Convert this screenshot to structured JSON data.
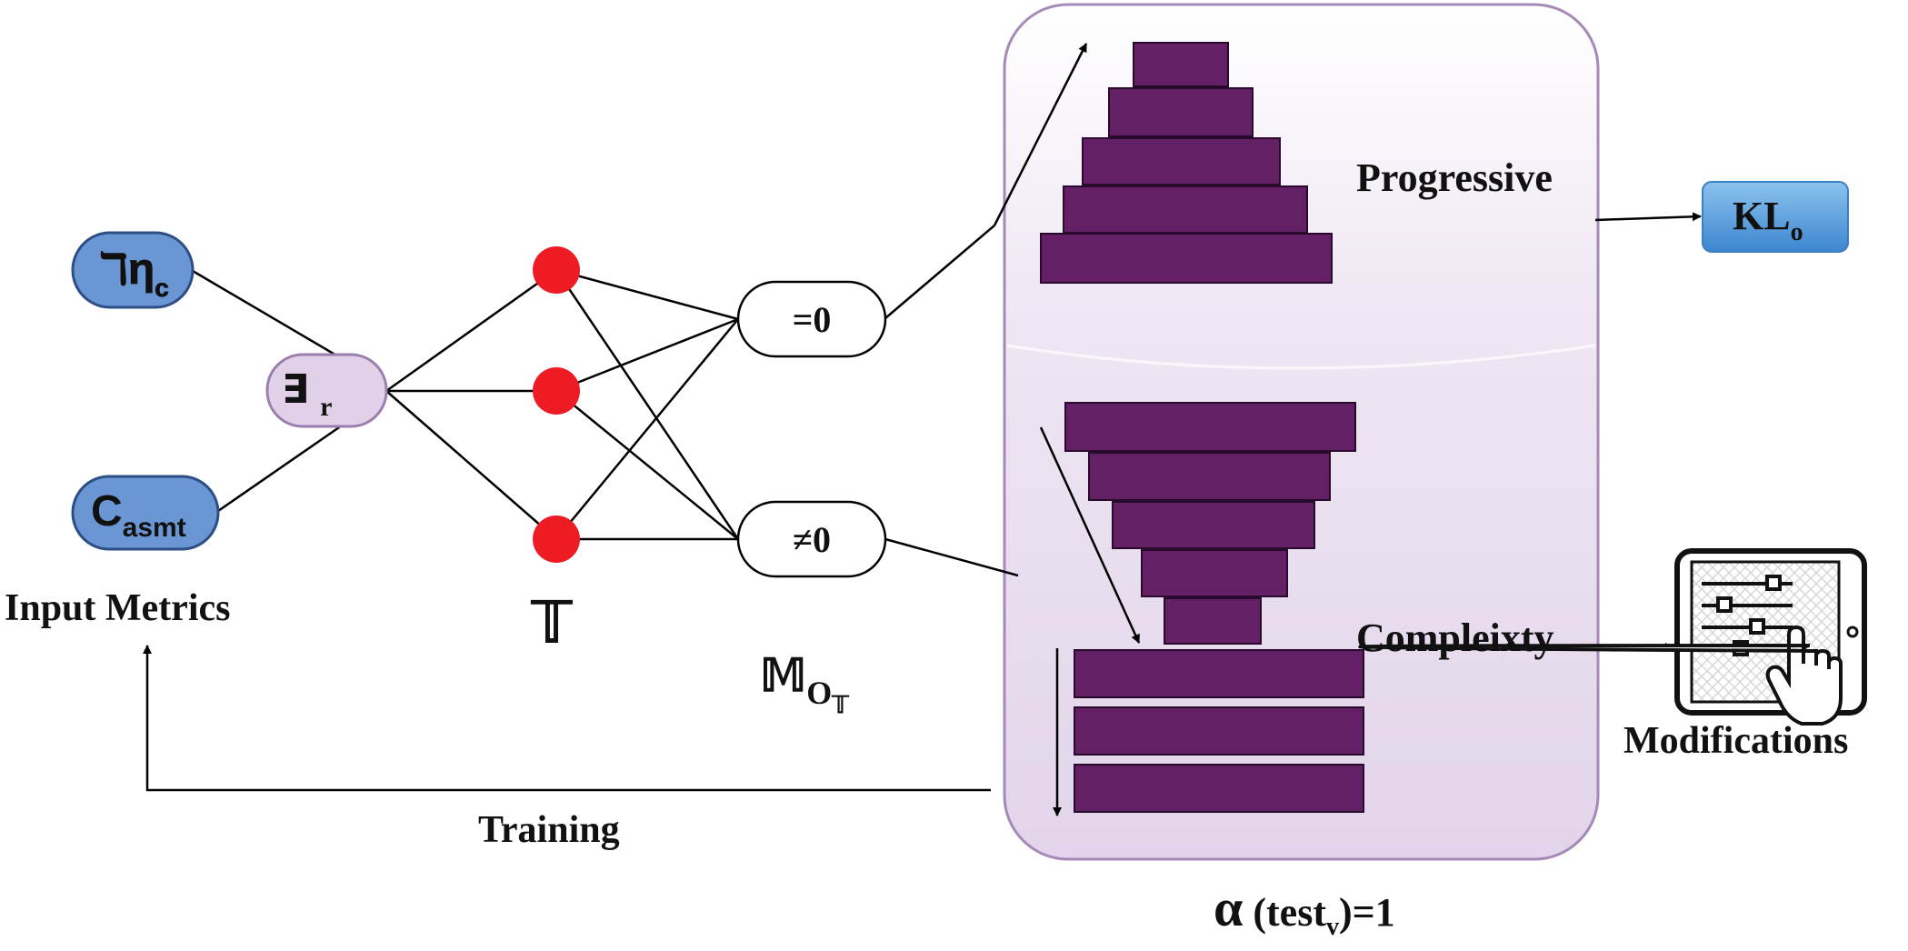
{
  "inputs": {
    "eta_node": {
      "symbol": "ℸη",
      "sub": "c"
    },
    "c_node": {
      "symbol": "C",
      "sub": "asmt"
    },
    "combine_node": {
      "symbol": "∃",
      "sub": "r"
    }
  },
  "labels": {
    "input_metrics": "Input Metrics",
    "training": "Training",
    "t_symbol": "𝕋",
    "m_symbol": "𝕄",
    "m_sub": "O",
    "m_subsub": "𝕋",
    "alpha": "α",
    "alpha_arg_open": " (test",
    "alpha_sub": "v",
    "alpha_arg_close": ")=1",
    "progressive": "Progressive",
    "complexity": "Compleixty",
    "modifications": "Modifications"
  },
  "outputs": {
    "eq_zero": "=0",
    "neq_zero": "≠0"
  },
  "kl": {
    "main": "KL",
    "sub": "o"
  },
  "colors": {
    "node_blue": "#6a96d4",
    "node_blue_stroke": "#2d4f86",
    "node_lavender": "#e0d0e8",
    "node_lavender_stroke": "#9a7fae",
    "neuron_red": "#ed1c24",
    "bar_purple": "#632064",
    "panel_fill": "#e6dbec",
    "panel_stroke": "#a58ab8",
    "kl_fill": "#5b9fdd",
    "line": "#000000"
  },
  "icons": {
    "modifications": "tablet-sliders-hand-icon"
  }
}
